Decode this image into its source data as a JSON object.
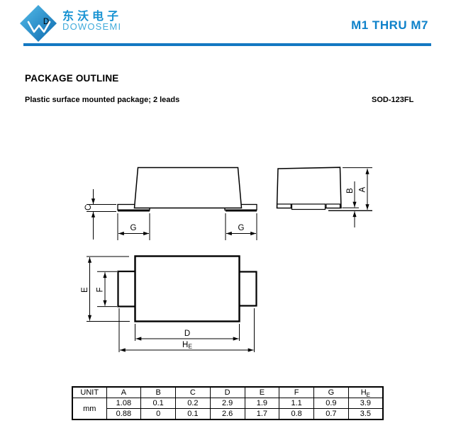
{
  "header": {
    "brand_cn": "东沃电子",
    "brand_en": "DOWOSEMI",
    "monogram": "D",
    "part_range": "M1 THRU M7"
  },
  "section": {
    "title": "PACKAGE OUTLINE",
    "subtitle": "Plastic surface mounted package; 2 leads",
    "package_name": "SOD-123FL"
  },
  "drawings": {
    "side_view": {
      "dim_c": "C",
      "dim_g_left": "G",
      "dim_g_right": "G"
    },
    "end_view": {
      "dim_b": "B",
      "dim_a": "A"
    },
    "top_view": {
      "dim_e": "E",
      "dim_f": "F",
      "dim_d": "D",
      "dim_he_main": "H",
      "dim_he_sub": "E"
    }
  },
  "table": {
    "unit_header": "UNIT",
    "unit_value": "mm",
    "columns": [
      "A",
      "B",
      "C",
      "D",
      "E",
      "F",
      "G"
    ],
    "he_column": {
      "main": "H",
      "sub": "E"
    },
    "rows": [
      [
        "1.08",
        "0.1",
        "0.2",
        "2.9",
        "1.9",
        "1.1",
        "0.9",
        "3.9"
      ],
      [
        "0.88",
        "0",
        "0.1",
        "2.6",
        "1.7",
        "0.8",
        "0.7",
        "3.5"
      ]
    ]
  },
  "colors": {
    "rule_blue": "#1478c2",
    "part_range_blue": "#0f82ca",
    "brand_cn_blue": "#1692d2",
    "brand_en_blue": "#41abdb",
    "logo_blue_light": "#56bde9",
    "logo_blue_dark": "#0b69af",
    "line_black": "#000000"
  }
}
